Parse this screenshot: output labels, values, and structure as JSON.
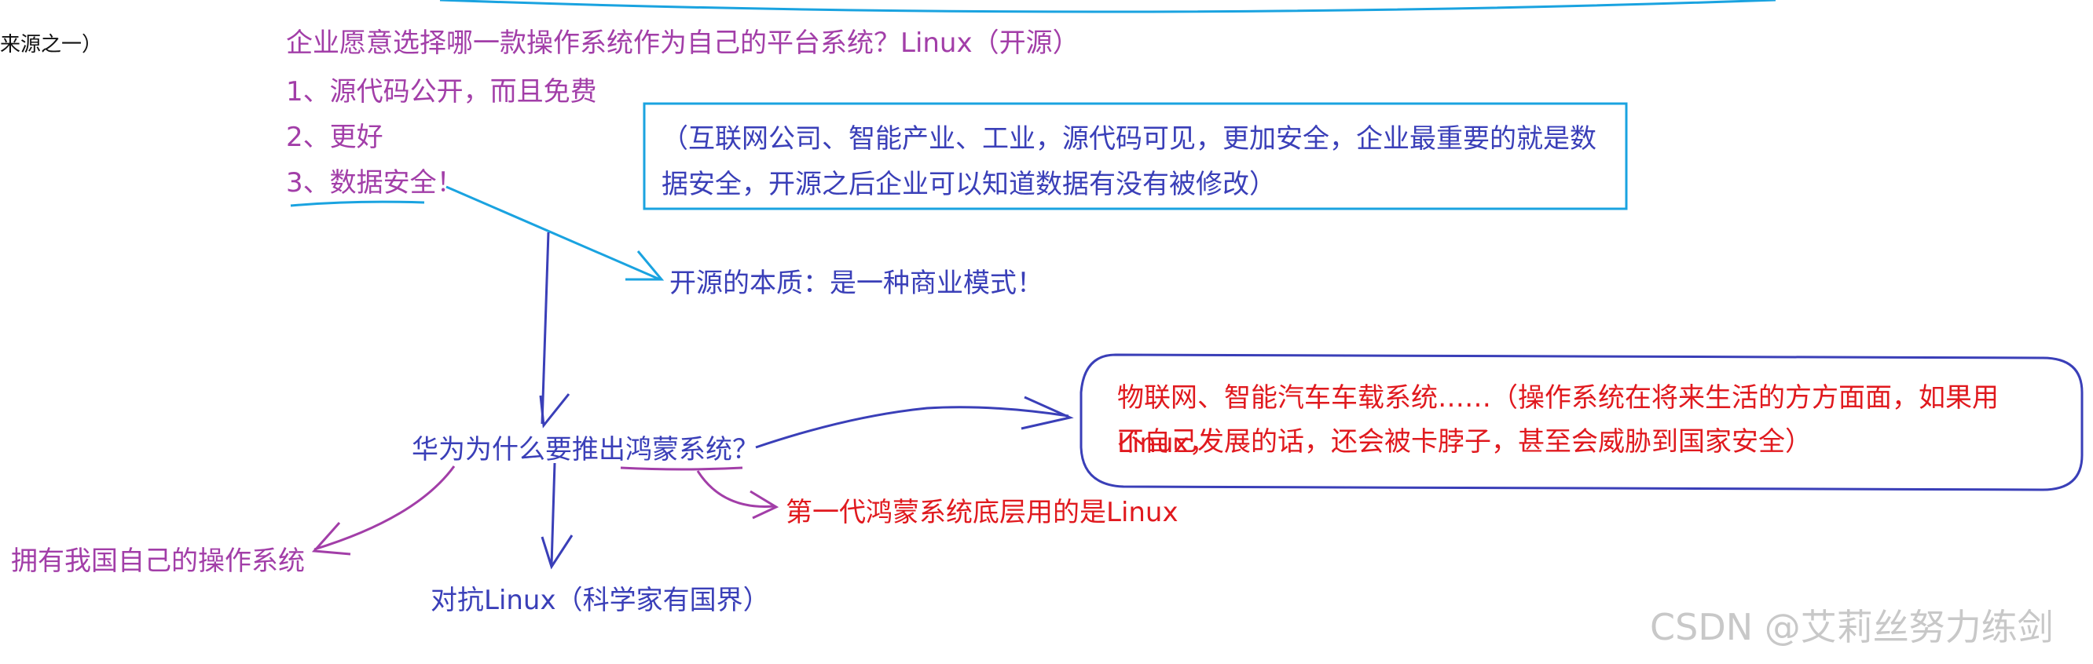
{
  "texts": {
    "corner_left": "来源之一）",
    "question": "企业愿意选择哪一款操作系统作为自己的平台系统？Linux（开源）",
    "reason1": "1、源代码公开，而且免费",
    "reason2": "2、更好",
    "reason3": "3、数据安全！",
    "security_note_line1": "（互联网公司、智能产业、工业，源代码可见，更加安全，企业最重要的就是数",
    "security_note_line2": "据安全，开源之后企业可以知道数据有没有被修改）",
    "essence": "开源的本质：是一种商业模式！",
    "huawei_question": "华为为什么要推出鸿蒙系统？",
    "iot_note_line1": "物联网、智能汽车车载系统……（操作系统在将来生活的方方面面，如果用Linux，",
    "iot_note_line2": "不自己发展的话，还会被卡脖子，甚至会威胁到国家安全）",
    "first_gen": "第一代鸿蒙系统底层用的是Linux",
    "own_os": "拥有我国自己的操作系统",
    "counter_linux": "对抗Linux（科学家有国界）"
  },
  "watermark": "CSDN @艾莉丝努力练剑",
  "colors": {
    "purple": "#a23ea8",
    "blue": "#3a3fb8",
    "red": "#e0191e",
    "cyan": "#1aa3e0",
    "box_blue": "#1aa3e0",
    "ellipse_blue": "#3a3fb8"
  }
}
